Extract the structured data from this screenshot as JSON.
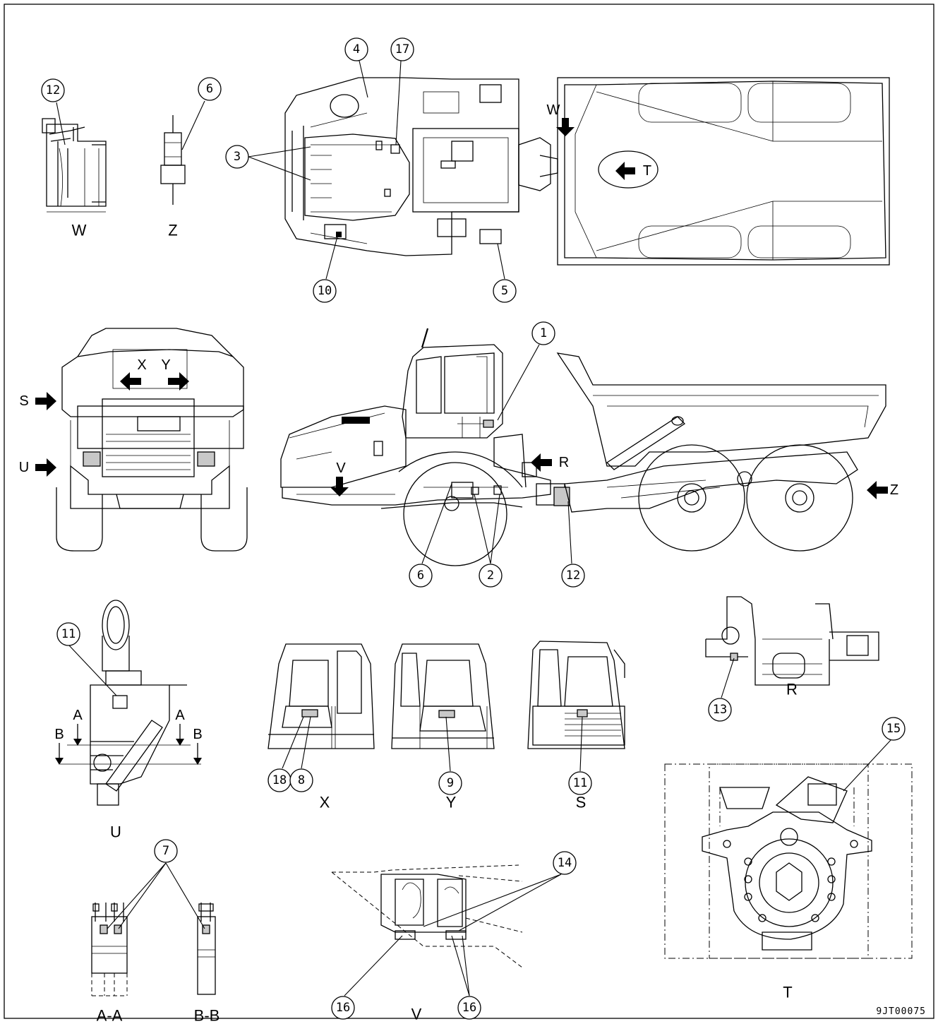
{
  "drawing_code": "9JT00075",
  "view_labels": {
    "w": "W",
    "z": "Z",
    "u": "U",
    "x": "X",
    "y": "Y",
    "s": "S",
    "r": "R",
    "t": "T",
    "v": "V",
    "aa": "A-A",
    "bb": "B-B"
  },
  "arrow_labels": {
    "w": "W",
    "t": "T",
    "x": "X",
    "y": "Y",
    "s": "S",
    "u": "U",
    "v": "V",
    "r": "R",
    "z": "Z",
    "a_left": "A",
    "a_right": "A",
    "b_left": "B",
    "b_right": "B"
  },
  "callouts": {
    "c1": "1",
    "c2": "2",
    "c3": "3",
    "c4": "4",
    "c5": "5",
    "c6_z": "6",
    "c6_side": "6",
    "c7": "7",
    "c8": "8",
    "c9": "9",
    "c10": "10",
    "c11_u": "11",
    "c11_s": "11",
    "c12_w": "12",
    "c12_side": "12",
    "c13": "13",
    "c14": "14",
    "c15": "15",
    "c16_left": "16",
    "c16_right": "16",
    "c17": "17",
    "c18": "18"
  }
}
